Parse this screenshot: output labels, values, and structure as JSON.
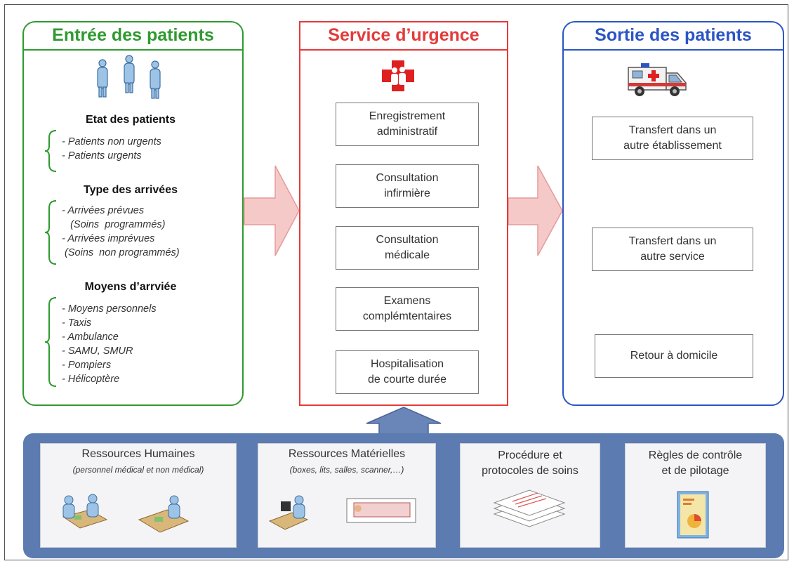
{
  "entree": {
    "title": "Entrée des patients",
    "groups": [
      {
        "title": "Etat des patients",
        "items": "- Patients non urgents\n- Patients urgents"
      },
      {
        "title": "Type des arrivées",
        "items": "- Arrivées prévues\n   (Soins  programmés)\n- Arrivées imprévues\n (Soins  non programmés)"
      },
      {
        "title": "Moyens d’arrviée",
        "items": "- Moyens personnels\n- Taxis\n- Ambulance\n- SAMU, SMUR\n- Pompiers\n- Hélicoptère"
      }
    ],
    "icon": "patients-icon",
    "color": "#2f9a2f"
  },
  "urgence": {
    "title": "Service d’urgence",
    "icon": "red-cross-icon",
    "color": "#e53a3a",
    "steps": [
      "Enregistrement\nadministratif",
      "Consultation\ninfirmière",
      "Consultation\nmédicale",
      "Examens\ncomplémtentaires",
      "Hospitalisation\nde courte durée"
    ]
  },
  "sortie": {
    "title": "Sortie des patients",
    "icon": "ambulance-icon",
    "color": "#2b55c6",
    "outcomes": [
      "Transfert dans un\nautre établissement",
      "Transfert dans un\nautre service",
      "Retour à domicile"
    ]
  },
  "resources": {
    "color": "#5c7bb0",
    "items": [
      {
        "title": "Ressources Humaines",
        "subtitle": "(personnel médical et non médical)",
        "icon": "staff-meeting-icon"
      },
      {
        "title": "Ressources Matérielles",
        "subtitle": "(boxes, lits,  salles, scanner,…)",
        "icon": "equipment-bed-icon"
      },
      {
        "title": "Procédure et\nprotocoles de soins",
        "subtitle": "",
        "icon": "documents-stack-icon"
      },
      {
        "title": "Règles de contrôle\net de pilotage",
        "subtitle": "",
        "icon": "dashboard-report-icon"
      }
    ]
  }
}
